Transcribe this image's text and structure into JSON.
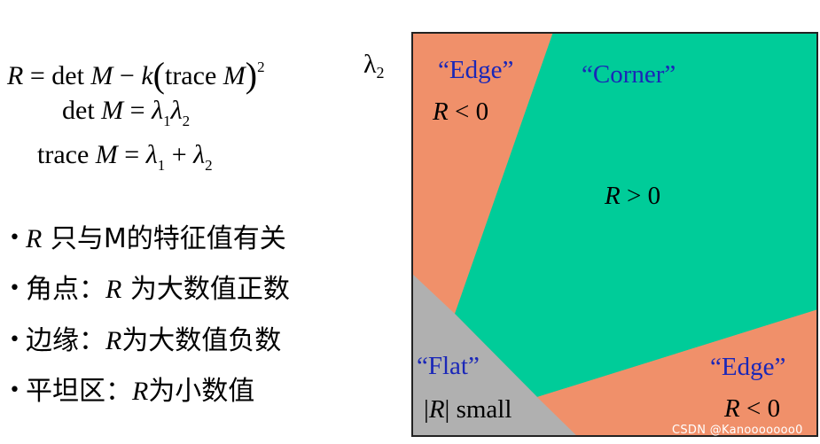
{
  "equations": {
    "r_def": {
      "lhs": "R",
      "eq": "=",
      "det": "det",
      "M1": "M",
      "minus": "−",
      "k": "k",
      "trace": "trace",
      "M2": "M",
      "exp": "2"
    },
    "det_line": {
      "det": "det",
      "M": "M",
      "eq": "=",
      "l1": "λ",
      "s1": "1",
      "l2": "λ",
      "s2": "2"
    },
    "trace_line": {
      "trace": "trace",
      "M": "M",
      "eq": "=",
      "l1": "λ",
      "s1": "1",
      "plus": "+",
      "l2": "λ",
      "s2": "2"
    }
  },
  "bullets": [
    {
      "dot": "•",
      "var": "R",
      "text": " 只与M的特征值有关"
    },
    {
      "dot": "•",
      "prefix": "角点：",
      "var": "R",
      "text": " 为大数值正数"
    },
    {
      "dot": "•",
      "prefix": "边缘：",
      "var": "R",
      "text": "为大数值负数"
    },
    {
      "dot": "•",
      "prefix": "平坦区：",
      "var": "R",
      "text": "为小数值"
    }
  ],
  "axis_label": {
    "symbol": "λ",
    "sub": "2"
  },
  "regions": {
    "edge_top": {
      "name": "“Edge”",
      "cond_var": "R",
      "cond_rest": " < 0"
    },
    "corner": {
      "name": "“Corner”",
      "cond_var": "R",
      "cond_rest": " > 0"
    },
    "flat": {
      "name": "“Flat”",
      "cond": "|R| small",
      "cond_pre": "|",
      "cond_var": "R",
      "cond_post": "| small"
    },
    "edge_bottom": {
      "name": "“Edge”",
      "cond_var": "R",
      "cond_rest": " < 0"
    }
  },
  "colors": {
    "edge": "#f0906a",
    "corner": "#00cc99",
    "flat": "#b0b0b0",
    "label_blue": "#1a27b8"
  },
  "watermark": "CSDN @Kanooooooo0"
}
